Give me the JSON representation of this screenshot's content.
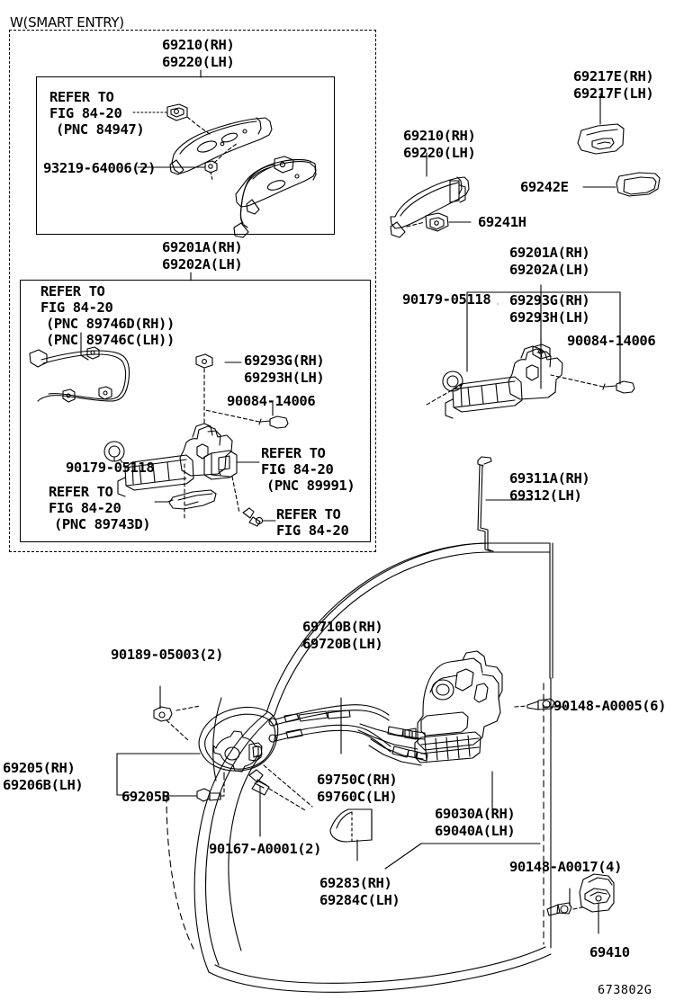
{
  "figure": {
    "header": "W(SMART ENTRY)",
    "figure_id": "673802G"
  },
  "labels": {
    "h69210_rh": "69210(RH)",
    "h69220_lh": "69220(LH)",
    "refer_8420_a1": "REFER TO",
    "refer_8420_a2": "FIG 84-20",
    "refer_8420_a3": "(PNC 84947)",
    "p93219": "93219-64006(2)",
    "h69201a_rh": "69201A(RH)",
    "h69202a_lh": "69202A(LH)",
    "refer_8420_b1": "REFER TO",
    "refer_8420_b2": "FIG 84-20",
    "refer_8420_b3": "(PNC 89746D(RH))",
    "refer_8420_b4": "(PNC 89746C(LH))",
    "p69293g_rh": "69293G(RH)",
    "p69293h_lh": "69293H(LH)",
    "p90084_a": "90084-14006",
    "p90179_a": "90179-05118",
    "refer_8420_c1": "REFER TO",
    "refer_8420_c2": "FIG 84-20",
    "refer_8420_c3": "(PNC 89991)",
    "refer_8420_d1": "REFER TO",
    "refer_8420_d2": "FIG 84-20",
    "refer_8420_d3": "(PNC 89743D)",
    "refer_8420_e1": "REFER TO",
    "refer_8420_e2": "FIG 84-20",
    "r69210_rh": "69210(RH)",
    "r69220_lh": "69220(LH)",
    "p69241h": "69241H",
    "p69217e_rh": "69217E(RH)",
    "p69217f_lh": "69217F(LH)",
    "p69242e": "69242E",
    "r69201a_rh": "69201A(RH)",
    "r69202a_lh": "69202A(LH)",
    "r69293g_rh": "69293G(RH)",
    "r69293h_lh": "69293H(LH)",
    "p90179_b": "90179-05118",
    "p90084_b": "90084-14006",
    "p69311a_rh": "69311A(RH)",
    "p69312_lh": "69312(LH)",
    "p69710b_rh": "69710B(RH)",
    "p69720b_lh": "69720B(LH)",
    "p90189": "90189-05003(2)",
    "p69205_rh": "69205(RH)",
    "p69206b_lh": "69206B(LH)",
    "p69205b": "69205B",
    "p90167": "90167-A0001(2)",
    "p69750c_rh": "69750C(RH)",
    "p69760c_lh": "69760C(LH)",
    "p69283_rh": "69283(RH)",
    "p69284c_lh": "69284C(LH)",
    "p90148_a0005": "90148-A0005(6)",
    "p69030a_rh": "69030A(RH)",
    "p69040a_lh": "69040A(LH)",
    "p90148_a0017": "90148-A0017(4)",
    "p69410": "69410"
  },
  "colors": {
    "ink": "#000000",
    "paper": "#ffffff"
  }
}
